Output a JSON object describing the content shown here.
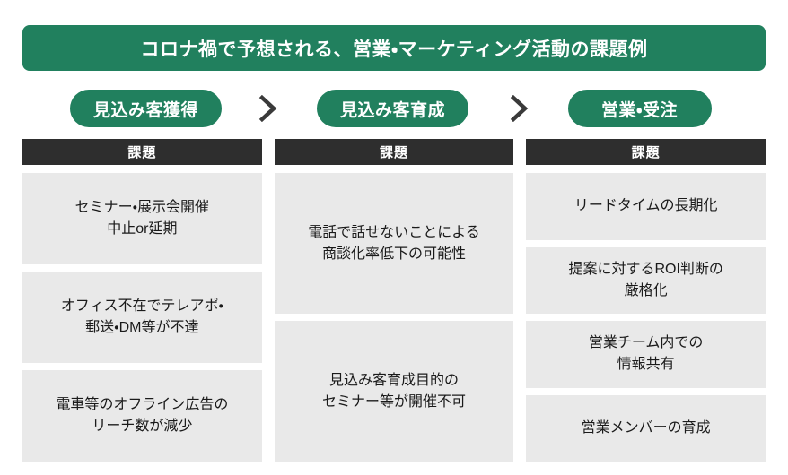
{
  "title": "コロナ禍で予想される、営業・マーケティング活動の課題例",
  "colors": {
    "brand_green": "#21805E",
    "header_dark": "#2E2E2E",
    "card_gray": "#E9E9E9",
    "text_dark": "#1a1a1a",
    "text_light": "#FFFFFF"
  },
  "stages": [
    {
      "label": "見込み客獲得"
    },
    {
      "label": "見込み客育成"
    },
    {
      "label": "営業・受注"
    }
  ],
  "separators": [
    {
      "icon": "chevron-right-icon"
    },
    {
      "icon": "chevron-right-icon"
    }
  ],
  "columns": [
    {
      "header": "課題",
      "cards": [
        {
          "text": "セミナー・展示会開催\n中止or延期"
        },
        {
          "text": "オフィス不在でテレアポ・\n郵送・DM等が不達"
        },
        {
          "text": "電車等のオフライン広告の\nリーチ数が減少"
        }
      ]
    },
    {
      "header": "課題",
      "cards": [
        {
          "text": "電話で話せないことによる\n商談化率低下の可能性"
        },
        {
          "text": "見込み客育成目的の\nセミナー等が開催不可"
        }
      ]
    },
    {
      "header": "課題",
      "cards": [
        {
          "text": "リードタイムの長期化"
        },
        {
          "text": "提案に対するROI判断の\n厳格化"
        },
        {
          "text": "営業チーム内での\n情報共有"
        },
        {
          "text": "営業メンバーの育成"
        }
      ]
    }
  ]
}
